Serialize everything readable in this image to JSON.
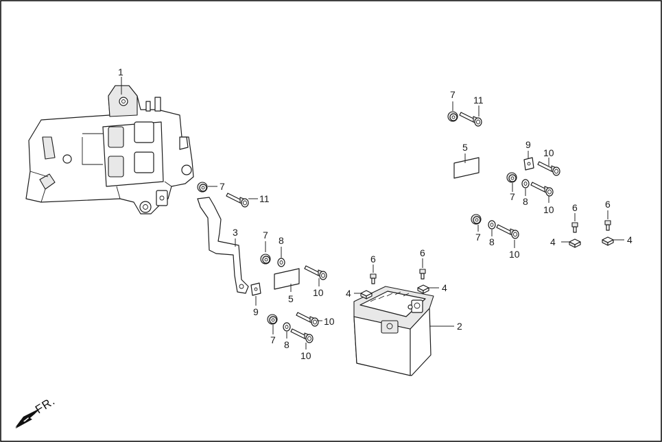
{
  "front_label": "FR.",
  "callouts": {
    "c1": "1",
    "c2": "2",
    "c3": "3",
    "c4a": "4",
    "c4b": "4",
    "c4c": "4",
    "c4d": "4",
    "c5a": "5",
    "c5b": "5",
    "c6a": "6",
    "c6b": "6",
    "c6c": "6",
    "c6d": "6",
    "c7a": "7",
    "c7b": "7",
    "c7c": "7",
    "c7d": "7",
    "c7e": "7",
    "c7f": "7",
    "c8a": "8",
    "c8b": "8",
    "c8c": "8",
    "c8d": "8",
    "c9a": "9",
    "c9b": "9",
    "c10a": "10",
    "c10b": "10",
    "c10c": "10",
    "c10d": "10",
    "c10e": "10",
    "c10f": "10",
    "c11a": "11",
    "c11b": "11"
  }
}
